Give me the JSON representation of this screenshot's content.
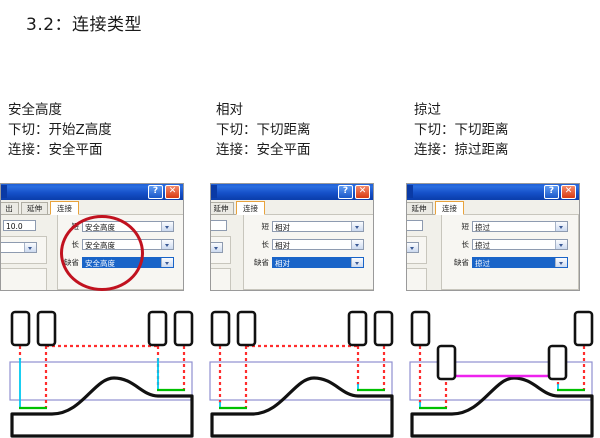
{
  "page": {
    "title": "3.2：连接类型"
  },
  "columns": [
    {
      "caption": {
        "name": "安全高度",
        "plunge": "下切：开始Z高度",
        "link": "连接：安全平面"
      },
      "dialog": {
        "tabs": [
          "出",
          "延伸",
          "连接"
        ],
        "active_tab": "连接",
        "textbox_value": "10.0",
        "fields": [
          {
            "label": "短",
            "value": "安全高度",
            "selected": false
          },
          {
            "label": "长",
            "value": "安全高度",
            "selected": false
          },
          {
            "label": "缺省",
            "value": "安全高度",
            "selected": true
          }
        ],
        "help_button": "?",
        "close_button": "✕",
        "annotation": "red-ellipse-highlight"
      },
      "diagram": {
        "rapid_color": "#ff2d2d",
        "plunge_color": "#00c8f0",
        "cut_color": "#00c000",
        "safe_plane_color": "#8f8fd0",
        "skim_color": "",
        "tool_y_offsets": [
          0,
          0,
          0,
          0
        ]
      }
    },
    {
      "caption": {
        "name": "相对",
        "plunge": "下切：下切距离",
        "link": "连接：安全平面"
      },
      "dialog": {
        "tabs": [
          "延伸",
          "连接"
        ],
        "active_tab": "连接",
        "textbox_value": "",
        "fields": [
          {
            "label": "短",
            "value": "相对",
            "selected": false
          },
          {
            "label": "长",
            "value": "相对",
            "selected": false
          },
          {
            "label": "缺省",
            "value": "相对",
            "selected": true
          }
        ],
        "help_button": "?",
        "close_button": "✕",
        "annotation": ""
      },
      "diagram": {
        "rapid_color": "#ff2d2d",
        "plunge_color": "#00c8f0",
        "cut_color": "#00c000",
        "safe_plane_color": "#8f8fd0",
        "skim_color": "",
        "tool_y_offsets": [
          0,
          0,
          0,
          0
        ]
      }
    },
    {
      "caption": {
        "name": "掠过",
        "plunge": "下切：下切距离",
        "link": "连接：掠过距离"
      },
      "dialog": {
        "tabs": [
          "延伸",
          "连接"
        ],
        "active_tab": "连接",
        "textbox_value": "",
        "fields": [
          {
            "label": "短",
            "value": "掠过",
            "selected": false
          },
          {
            "label": "长",
            "value": "掠过",
            "selected": false
          },
          {
            "label": "缺省",
            "value": "掠过",
            "selected": true
          }
        ],
        "help_button": "?",
        "close_button": "✕",
        "annotation": ""
      },
      "diagram": {
        "rapid_color": "#ff2d2d",
        "plunge_color": "#00c8f0",
        "cut_color": "#00c000",
        "safe_plane_color": "#8f8fd0",
        "skim_color": "#ee22ee",
        "tool_y_offsets": [
          0,
          34,
          34,
          0
        ]
      }
    }
  ]
}
